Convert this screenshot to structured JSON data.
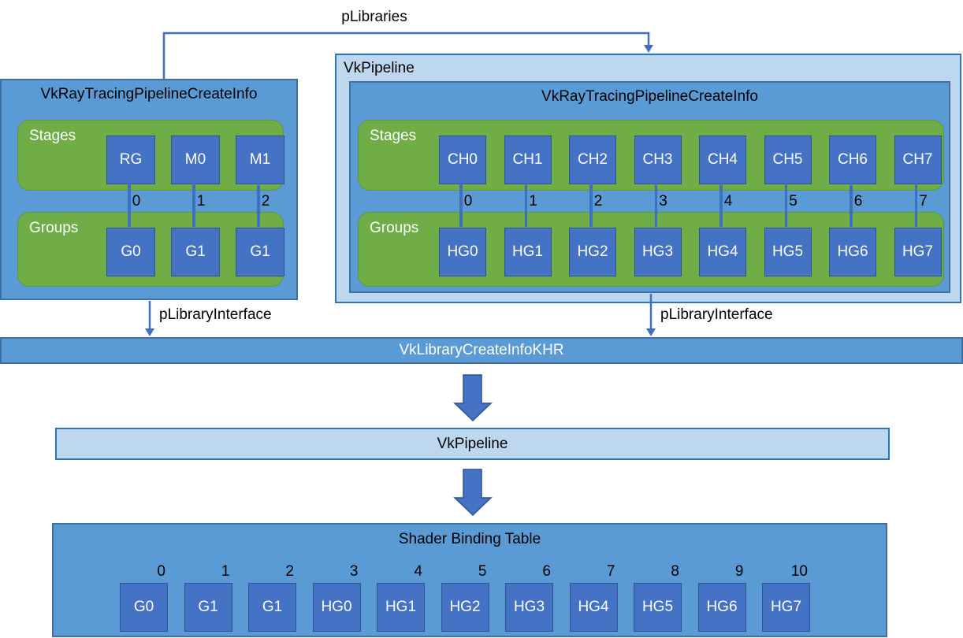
{
  "labels": {
    "plibraries": "pLibraries",
    "plibrary_interface_left": "pLibraryInterface",
    "plibrary_interface_right": "pLibraryInterface"
  },
  "left_pipeline": {
    "title": "VkRayTracingPipelineCreateInfo",
    "stages_label": "Stages",
    "groups_label": "Groups",
    "stages": [
      "RG",
      "M0",
      "M1"
    ],
    "indices": [
      "0",
      "1",
      "2"
    ],
    "groups": [
      "G0",
      "G1",
      "G1"
    ]
  },
  "right_pipeline": {
    "title": "VkPipeline",
    "inner_title": "VkRayTracingPipelineCreateInfo",
    "stages_label": "Stages",
    "groups_label": "Groups",
    "stages": [
      "CH0",
      "CH1",
      "CH2",
      "CH3",
      "CH4",
      "CH5",
      "CH6",
      "CH7"
    ],
    "indices": [
      "0",
      "1",
      "2",
      "3",
      "4",
      "5",
      "6",
      "7"
    ],
    "groups": [
      "HG0",
      "HG1",
      "HG2",
      "HG3",
      "HG4",
      "HG5",
      "HG6",
      "HG7"
    ]
  },
  "library_bar": {
    "title": "VkLibraryCreateInfoKHR"
  },
  "pipeline_bar": {
    "title": "VkPipeline"
  },
  "shader_binding_table": {
    "title": "Shader Binding Table",
    "indices": [
      "0",
      "1",
      "2",
      "3",
      "4",
      "5",
      "6",
      "7",
      "8",
      "9",
      "10"
    ],
    "entries": [
      "G0",
      "G1",
      "G1",
      "HG0",
      "HG1",
      "HG2",
      "HG3",
      "HG4",
      "HG5",
      "HG6",
      "HG7"
    ]
  },
  "colors": {
    "blue": "#5B9BD5",
    "lightblue": "#BDD7EE",
    "green": "#70AD47",
    "sqblue": "#4472C4",
    "boxborder": "#41719C",
    "lightborder": "#2E75B6",
    "sqborder": "#2F528F",
    "connector": "#3F6FBF"
  }
}
